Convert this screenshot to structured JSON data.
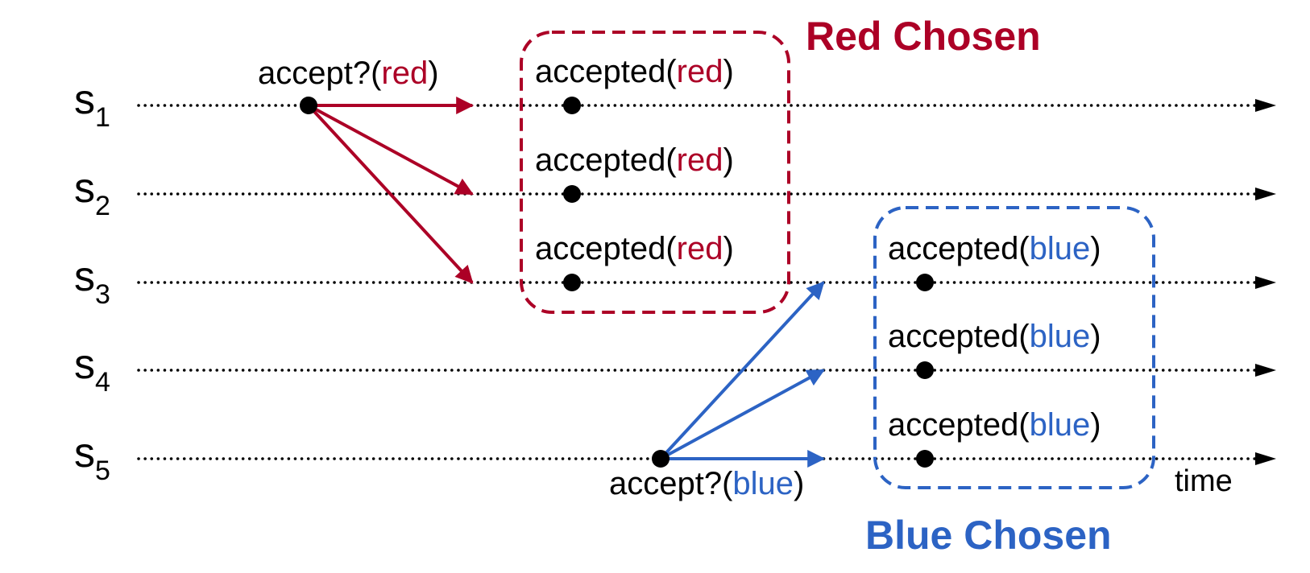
{
  "colors": {
    "red": "#ac0026",
    "blue": "#2c63c4",
    "black": "#000000"
  },
  "servers": [
    {
      "name": "s",
      "sub": "1"
    },
    {
      "name": "s",
      "sub": "2"
    },
    {
      "name": "s",
      "sub": "3"
    },
    {
      "name": "s",
      "sub": "4"
    },
    {
      "name": "s",
      "sub": "5"
    }
  ],
  "time_label": "time",
  "red_request": {
    "prefix": "accept?(",
    "value": "red",
    "suffix": ")",
    "server": 1,
    "targets": [
      1,
      2,
      3
    ]
  },
  "blue_request": {
    "prefix": "accept?(",
    "value": "blue",
    "suffix": ")",
    "server": 5,
    "targets": [
      3,
      4,
      5
    ]
  },
  "red_accepts": [
    {
      "server": 1,
      "prefix": "accepted(",
      "value": "red",
      "suffix": ")"
    },
    {
      "server": 2,
      "prefix": "accepted(",
      "value": "red",
      "suffix": ")"
    },
    {
      "server": 3,
      "prefix": "accepted(",
      "value": "red",
      "suffix": ")"
    }
  ],
  "blue_accepts": [
    {
      "server": 3,
      "prefix": "accepted(",
      "value": "blue",
      "suffix": ")"
    },
    {
      "server": 4,
      "prefix": "accepted(",
      "value": "blue",
      "suffix": ")"
    },
    {
      "server": 5,
      "prefix": "accepted(",
      "value": "blue",
      "suffix": ")"
    }
  ],
  "red_group_title": "Red Chosen",
  "blue_group_title": "Blue Chosen"
}
